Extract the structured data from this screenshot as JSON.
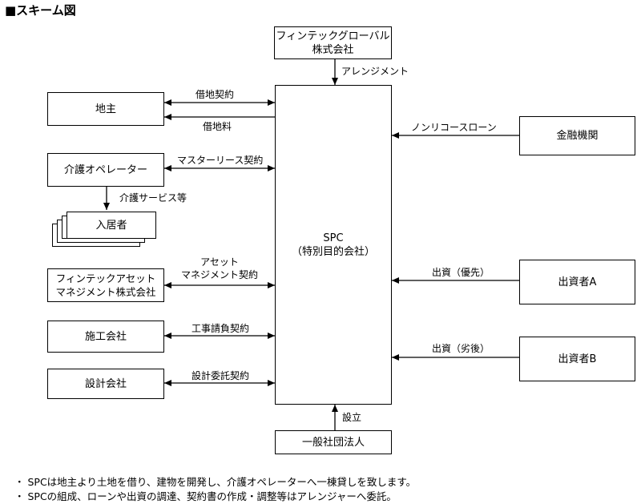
{
  "title": "■スキーム図",
  "boxes": {
    "arranger": "フィンテックグローバル\n株式会社",
    "spc": "SPC\n（特別目的会社）",
    "landowner": "地主",
    "operator": "介護オペレーター",
    "residents": "入居者",
    "asset_mgmt": "フィンテックアセット\nマネジメント株式会社",
    "constructor": "施工会社",
    "designer": "設計会社",
    "financial": "金融機関",
    "investor_a": "出資者A",
    "investor_b": "出資者B",
    "association": "一般社団法人"
  },
  "labels": {
    "arrangement": "アレンジメント",
    "land_lease": "借地契約",
    "land_rent": "借地料",
    "master_lease": "マスターリース契約",
    "care_services": "介護サービス等",
    "am_contract": "アセット\nマネジメント契約",
    "construction_contract": "工事請負契約",
    "design_contract": "設計委託契約",
    "nonrecourse": "ノンリコースローン",
    "senior_investment": "出資（優先）",
    "junior_investment": "出資（劣後）",
    "establishment": "設立"
  },
  "notes": [
    "・ SPCは地主より土地を借り、建物を開発し、介護オペレーターへ一棟貸しを致します。",
    "・ SPCの組成、ローンや出資の調達、契約書の作成・調整等はアレンジャーへ委託。"
  ]
}
